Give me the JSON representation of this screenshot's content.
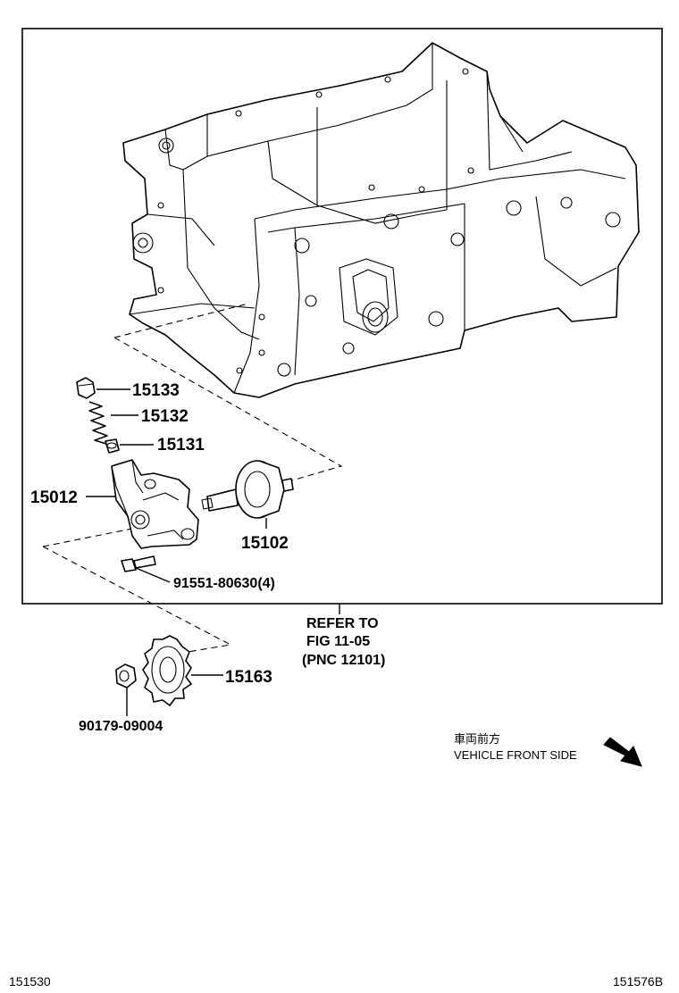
{
  "parts": {
    "p15133": "15133",
    "p15132": "15132",
    "p15131": "15131",
    "p15012": "15012",
    "p15102": "15102",
    "bolt": "91551-80630(4)",
    "gear": "15163",
    "nut": "90179-09004"
  },
  "refer": {
    "line1": "REFER TO",
    "line2": "FIG 11-05",
    "line3": "(PNC 12101)"
  },
  "vehicle_front": {
    "japanese": "車両前方",
    "english": "VEHICLE FRONT SIDE"
  },
  "footer": {
    "left_code": "151530",
    "right_code": "151576B"
  },
  "icons": [
    "engine-block-illustration",
    "relief-valve-plug",
    "spring",
    "valve",
    "oil-pump-body",
    "pump-rotor",
    "bolt",
    "drive-gear",
    "nut",
    "front-arrow-icon"
  ]
}
